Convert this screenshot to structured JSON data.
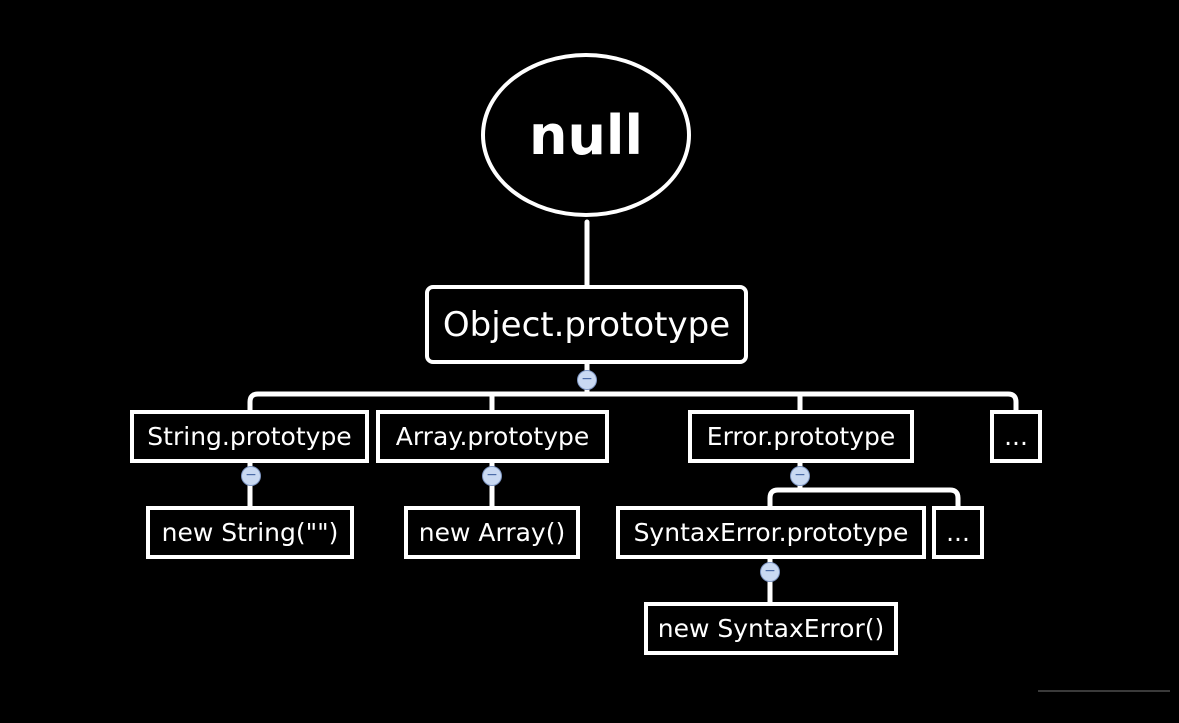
{
  "diagram": {
    "nodes": {
      "null": "null",
      "object_prototype": "Object.prototype",
      "string_prototype": "String.prototype",
      "array_prototype": "Array.prototype",
      "error_prototype": "Error.prototype",
      "more_prototypes": "...",
      "new_string": "new String(\"\")",
      "new_array": "new Array()",
      "syntaxerror_prototype": "SyntaxError.prototype",
      "more_errors": "...",
      "new_syntaxerror": "new SyntaxError()"
    },
    "collapse_symbol": "−",
    "colors": {
      "background": "#000000",
      "line": "#ffffff",
      "collapse_button": "#c9d9f2"
    }
  }
}
